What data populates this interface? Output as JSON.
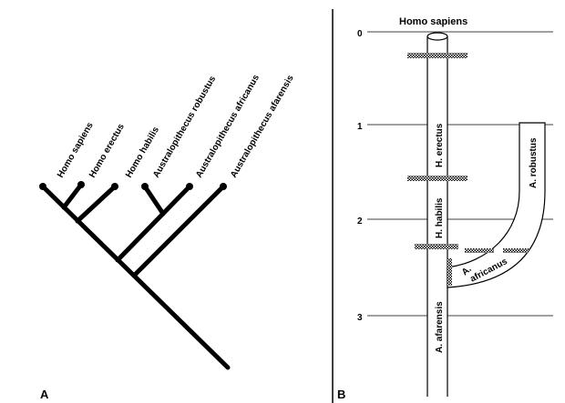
{
  "panel_a": {
    "label": "A",
    "taxa": [
      "Homo sapiens",
      "Homo erectus",
      "Homo habilis",
      "Australopithecus robustus",
      "Australopithecus africanus",
      "Australopithecus afarensis"
    ]
  },
  "panel_b": {
    "label": "B",
    "top_label": "Homo sapiens",
    "time_ticks": [
      "0",
      "1",
      "2",
      "3"
    ],
    "segments": {
      "erectus": "H. erectus",
      "habilis": "H. habilis",
      "afarensis": "A. afarensis",
      "robustus": "A. robustus",
      "africanus_a": "A.",
      "africanus_b": "africanus"
    }
  }
}
